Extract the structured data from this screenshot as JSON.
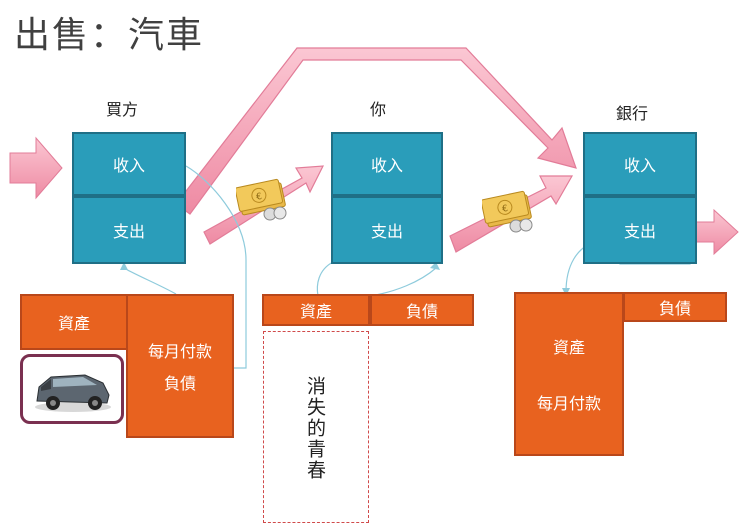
{
  "title": "出售：汽車",
  "parties": {
    "buyer": "買方",
    "you": "你",
    "bank": "銀行"
  },
  "labels": {
    "income": "收入",
    "expense": "支出",
    "assets": "資產",
    "liabilities": "負債",
    "monthly_payment": "每月付款",
    "lost_youth": "消失的青春"
  },
  "colors": {
    "teal": "#2a9dba",
    "orange": "#e8621f",
    "pink_arrow": "#f3a0b4",
    "connector": "#8ecbdc",
    "dashed_border": "#d04a4a"
  },
  "icons": [
    "money-icon",
    "car-icon"
  ]
}
